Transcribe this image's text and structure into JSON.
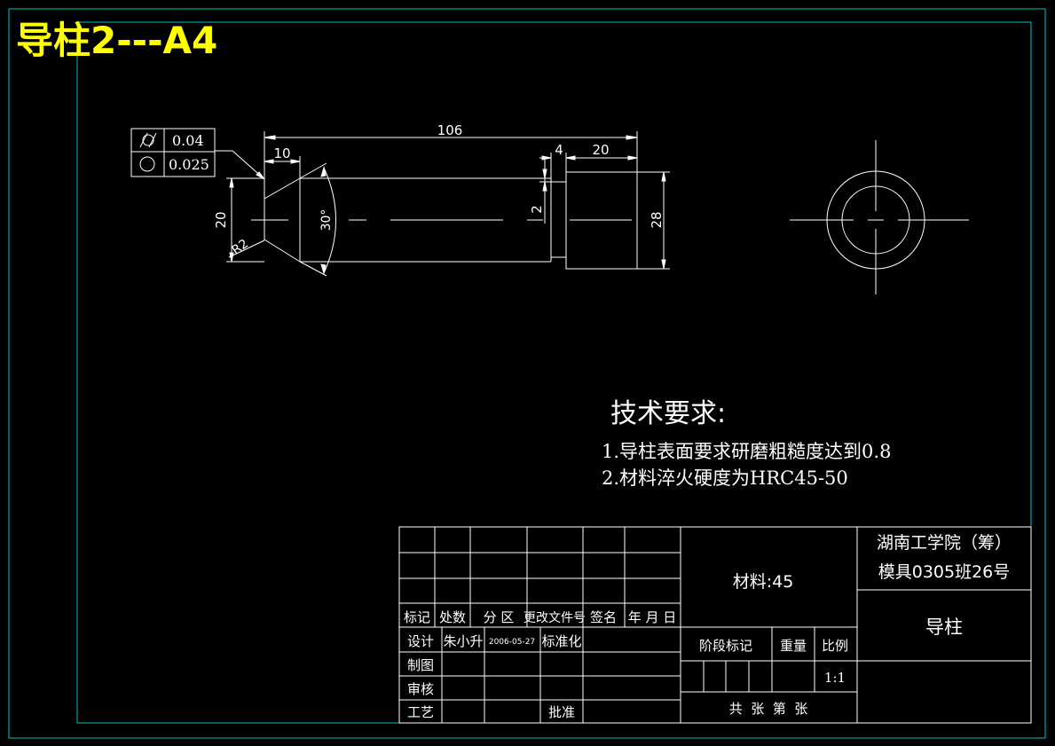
{
  "heading": "导柱2---A4",
  "colors": {
    "background": "#000000",
    "line": "#ffffff",
    "frame": "#00bfbf",
    "heading": "#ffff00"
  },
  "tolerance": {
    "row1": {
      "symbol": "cylindricity-icon",
      "value": "0.04"
    },
    "row2": {
      "symbol": "roundness-icon",
      "value": "0.025"
    }
  },
  "dimensions": {
    "overall_length": "106",
    "chamfer_length": "10",
    "groove_width": "4",
    "head_length": "20",
    "groove_depth": "2",
    "shaft_diameter": "20",
    "head_diameter": "28",
    "radius": "R2",
    "angle": "30°"
  },
  "tech_requirements": {
    "title": "技术要求:",
    "lines": [
      "1.导柱表面要求研磨粗糙度达到0.8",
      "2.材料淬火硬度为HRC45-50"
    ]
  },
  "title_block": {
    "header_row": [
      "标记",
      "处数",
      "分 区",
      "更改文件号",
      "签名",
      "年 月 日"
    ],
    "design_label": "设计",
    "designer": "朱小升",
    "design_date": "2006-05-27",
    "standardization": "标准化",
    "drafting": "制图",
    "review": "审核",
    "process": "工艺",
    "approval": "批准",
    "material": "材料:45",
    "stage_mark": "阶段标记",
    "weight": "重量",
    "scale_label": "比例",
    "scale": "1:1",
    "sheets": "共  张  第  张",
    "school_line1": "湖南工学院（筹）",
    "school_line2": "模具0305班26号",
    "part_name": "导柱"
  }
}
